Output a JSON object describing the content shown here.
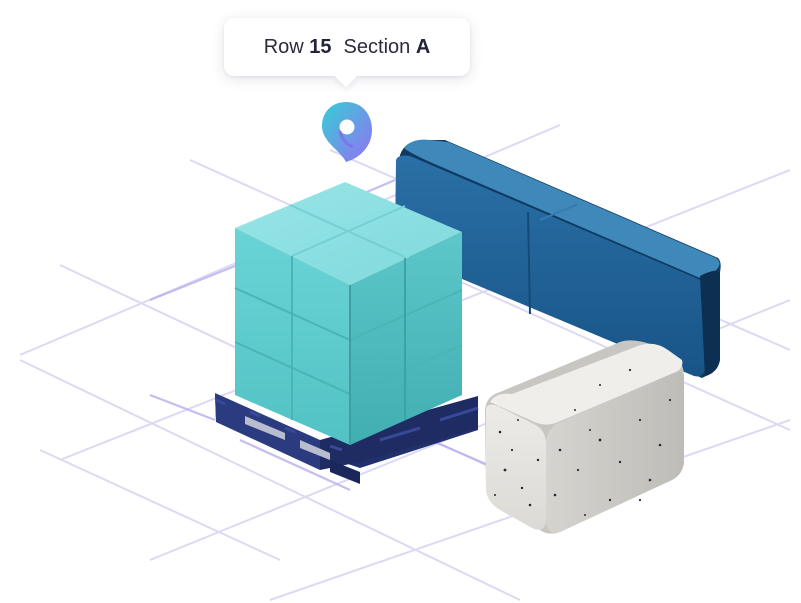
{
  "tooltip": {
    "row_label": "Row",
    "row_value": "15",
    "section_label": "Section",
    "section_value": "A"
  },
  "icons": {
    "marker": "location-pin-icon"
  },
  "colors": {
    "grid_line": "#d9d6f2",
    "grid_line_accent": "#b9b0f0",
    "cube_top": "#8fe0e3",
    "cube_left": "#5ac9cb",
    "cube_right": "#46b5b9",
    "pallet": "#2a3a7c",
    "long_box_front": "#1d5b8e",
    "long_box_top": "#3f86b8",
    "long_box_side": "#0e3459",
    "block_front": "#e6e4df",
    "block_side": "#c9c7c2",
    "pin_teal": "#39c7d1",
    "pin_violet": "#8a74f0"
  }
}
